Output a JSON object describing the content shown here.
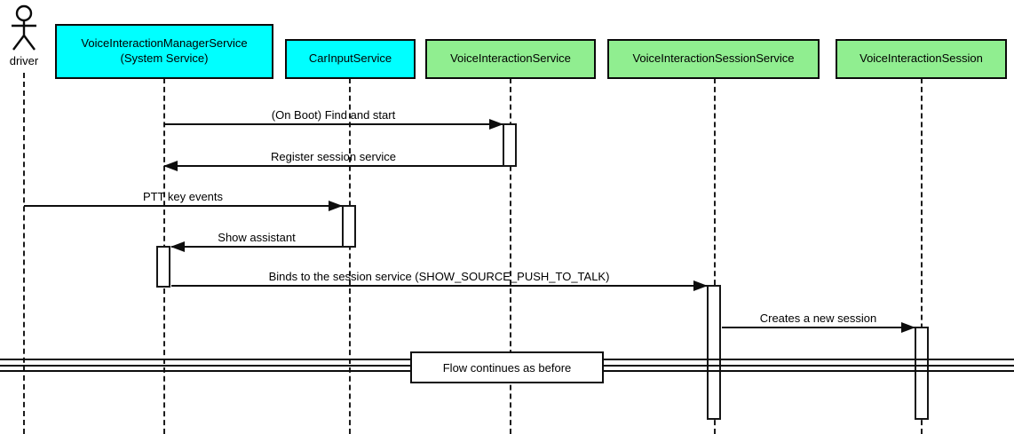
{
  "diagram": {
    "type": "uml-sequence",
    "actor": {
      "label": "driver"
    },
    "participants": [
      {
        "label": "VoiceInteractionManagerService",
        "sublabel": "(System Service)",
        "fill": "#00ffff"
      },
      {
        "label": "CarInputService",
        "fill": "#00ffff"
      },
      {
        "label": "VoiceInteractionService",
        "fill": "#90ee90"
      },
      {
        "label": "VoiceInteractionSessionService",
        "fill": "#90ee90"
      },
      {
        "label": "VoiceInteractionSession",
        "fill": "#90ee90"
      }
    ],
    "messages": [
      {
        "label": "(On Boot) Find and start",
        "from": "VoiceInteractionManagerService",
        "to": "VoiceInteractionService"
      },
      {
        "label": "Register session service",
        "from": "VoiceInteractionService",
        "to": "VoiceInteractionManagerService"
      },
      {
        "label": "PTT key events",
        "from": "driver",
        "to": "CarInputService"
      },
      {
        "label": "Show assistant",
        "from": "CarInputService",
        "to": "VoiceInteractionManagerService"
      },
      {
        "label": "Binds to the session service (SHOW_SOURCE_PUSH_TO_TALK)",
        "from": "VoiceInteractionManagerService",
        "to": "VoiceInteractionSessionService"
      },
      {
        "label": "Creates a new session",
        "from": "VoiceInteractionSessionService",
        "to": "VoiceInteractionSession"
      }
    ],
    "divider": {
      "label": "Flow continues as before"
    },
    "colors": {
      "participant_cyan": "#00ffff",
      "participant_green": "#90ee90",
      "line": "#000000",
      "background": "#ffffff"
    }
  }
}
